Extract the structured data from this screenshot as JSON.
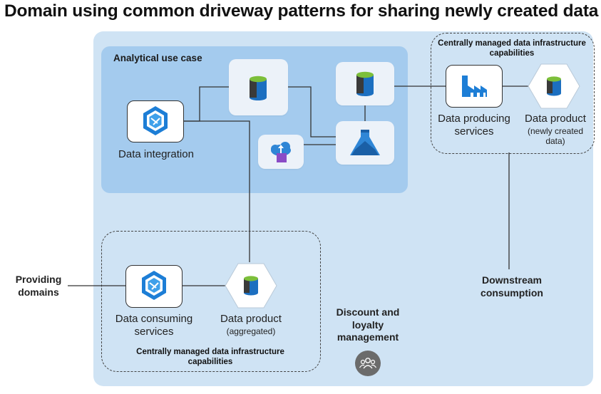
{
  "title": "Domain using common driveway patterns for sharing newly created data",
  "analytical_use_case": "Analytical use case",
  "top_infra_label": "Centrally managed data infrastructure capabilities",
  "bottom_infra_label": "Centrally managed data infrastructure capabilities",
  "data_integration": "Data integration",
  "data_producing_services": "Data producing services",
  "data_product_top": "Data product",
  "data_product_top_sub": "(newly created data)",
  "data_consuming_services": "Data consuming services",
  "data_product_bottom": "Data product",
  "data_product_bottom_sub": "(aggregated)",
  "providing_domains": "Providing domains",
  "downstream_consumption": "Downstream consumption",
  "discount_loyalty": "Discount and loyalty management",
  "icons": [
    "data-integration-icon",
    "database-icon",
    "machine-learning-icon",
    "upload-cloud-icon",
    "factory-icon",
    "people-icon"
  ]
}
